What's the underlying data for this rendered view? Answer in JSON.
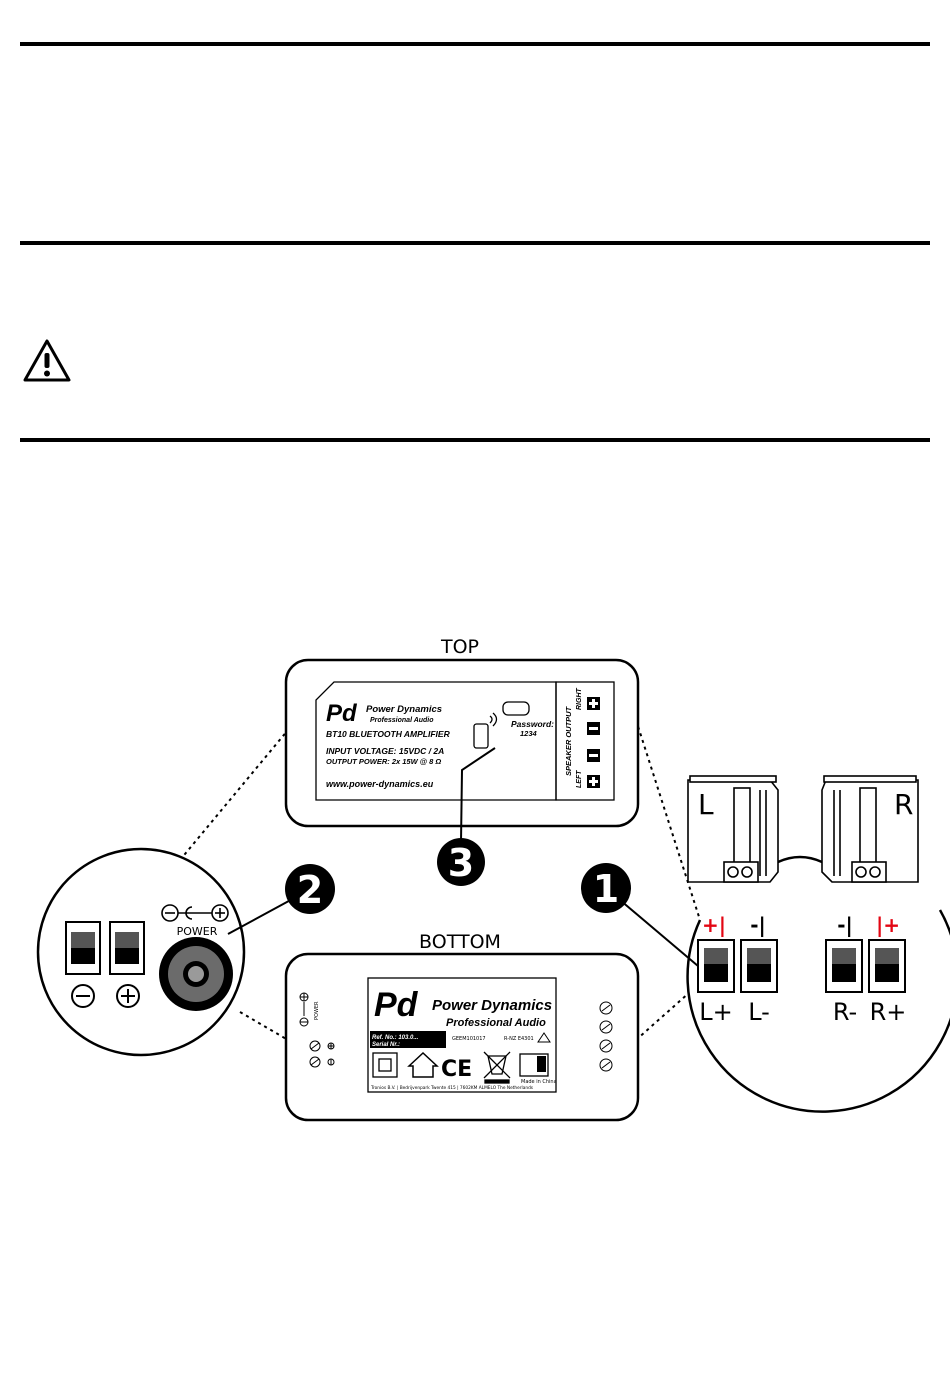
{
  "diagram": {
    "top_label": "TOP",
    "bottom_label": "BOTTOM",
    "callouts": [
      "1",
      "2",
      "3"
    ],
    "top_plate": {
      "brand": "Power Dynamics",
      "brand_sub": "Professional Audio",
      "model": "BT10 BLUETOOTH AMPLIFIER",
      "input_voltage": "INPUT VOLTAGE:   15VDC / 2A",
      "output_power": "OUTPUT POWER: 2x 15W @ 8 Ω",
      "url": "www.power-dynamics.eu",
      "password_label": "Password:",
      "password_value": "1234",
      "speaker_output": "SPEAKER OUTPUT",
      "right": "RIGHT",
      "left": "LEFT"
    },
    "bottom_plate": {
      "brand": "Power Dynamics",
      "brand_sub": "Professional Audio",
      "ref_label": "Ref. No.:  103.0...",
      "serial_label": "Serial Nr.:",
      "code": "GEEM101017",
      "rnz": "R-NZ E4301",
      "ce": "CE",
      "made_in": "Made in China",
      "address": "Tronios B.V. | Bedrijvenpark Twente 415 | 7602KM  ALMELO The Netherlands",
      "power": "POWER"
    },
    "power_zoom": {
      "power_label": "POWER",
      "minus": "⊖",
      "plus": "⊕",
      "polarity": "⊖—•—⊕"
    },
    "speaker_zoom": {
      "top_labels": [
        "+|",
        "-|",
        "-|",
        "|+"
      ],
      "bottom_labels": [
        "L+",
        "L-",
        "R-",
        "R+"
      ],
      "speaker_left": "L",
      "speaker_right": "R"
    },
    "colors": {
      "accent_red": "#e30613",
      "ink": "#000000"
    }
  }
}
